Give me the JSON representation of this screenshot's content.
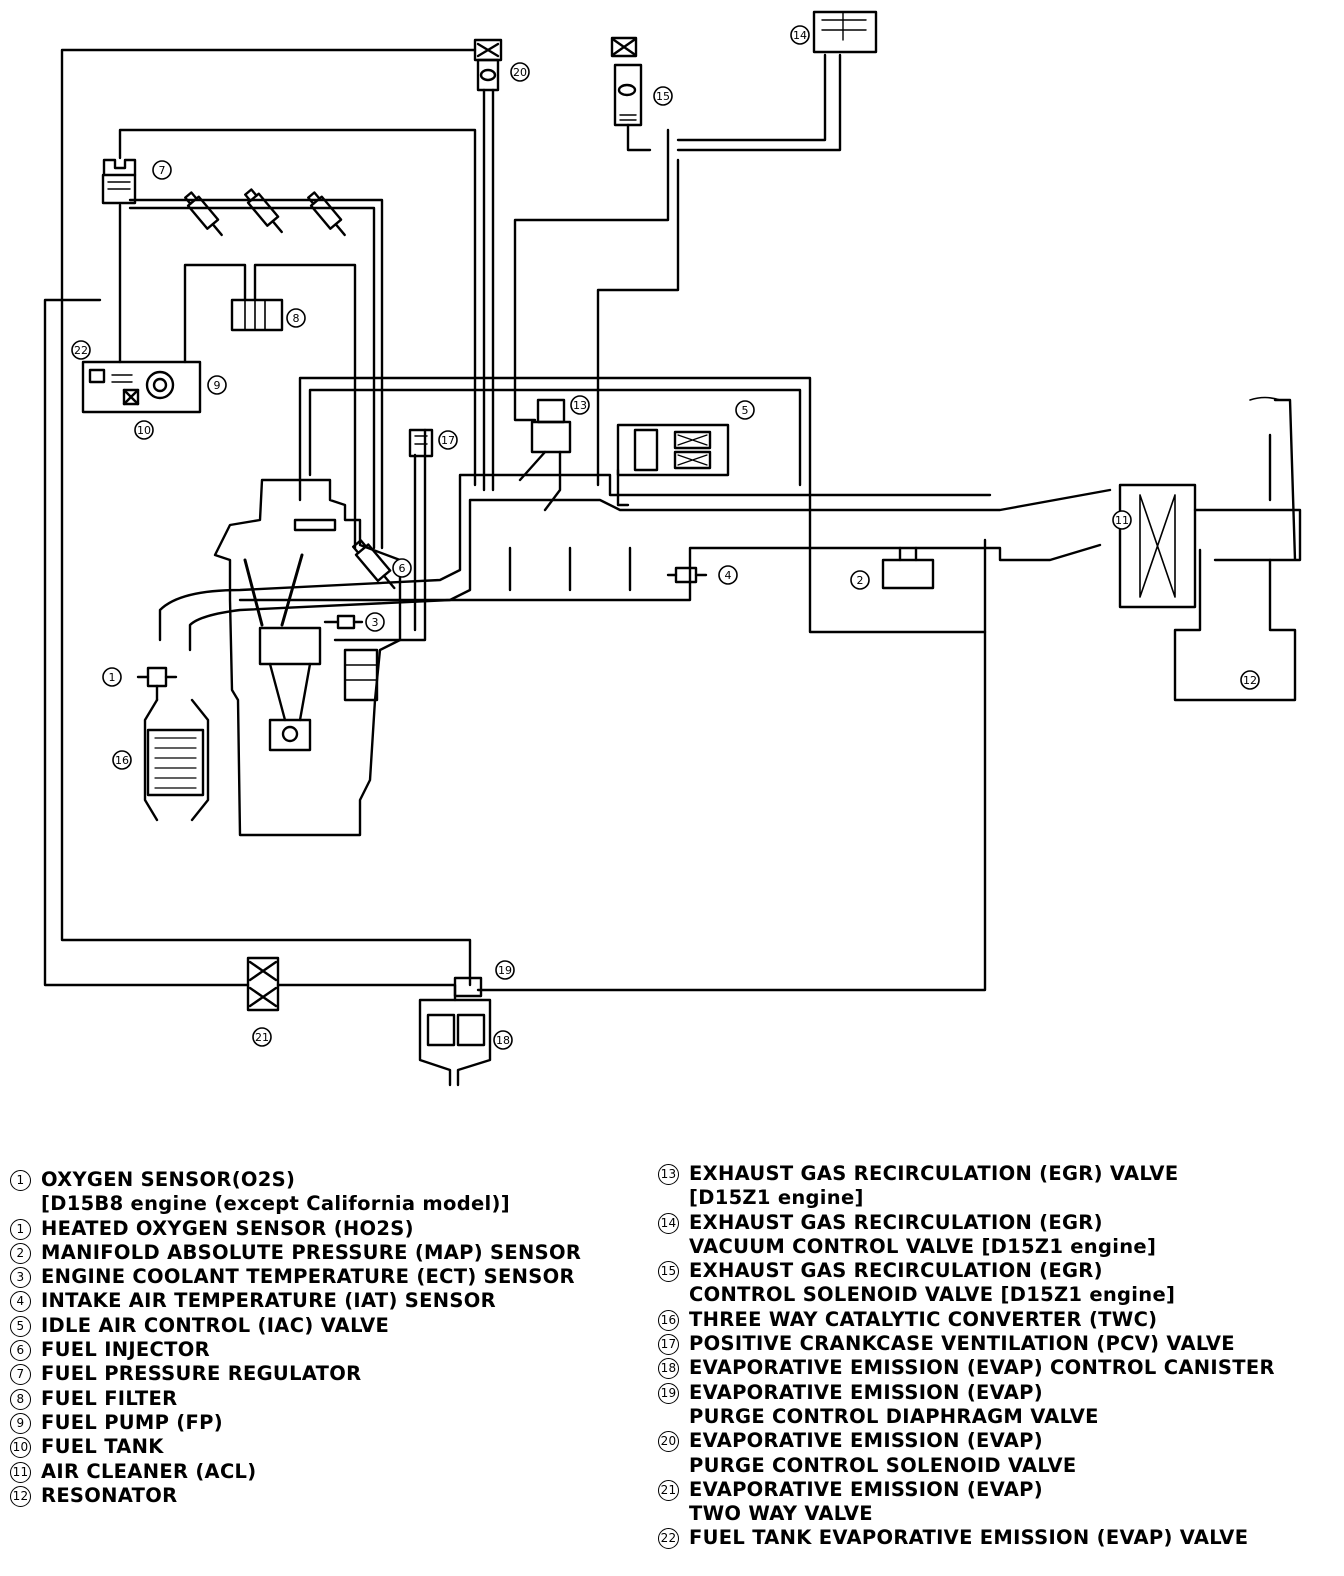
{
  "callouts": [
    {
      "id": "c1",
      "num": "1"
    },
    {
      "id": "c2",
      "num": "2"
    },
    {
      "id": "c3",
      "num": "3"
    },
    {
      "id": "c4",
      "num": "4"
    },
    {
      "id": "c5",
      "num": "5"
    },
    {
      "id": "c6",
      "num": "6"
    },
    {
      "id": "c7",
      "num": "7"
    },
    {
      "id": "c8",
      "num": "8"
    },
    {
      "id": "c9",
      "num": "9"
    },
    {
      "id": "c10",
      "num": "10"
    },
    {
      "id": "c11",
      "num": "11"
    },
    {
      "id": "c12",
      "num": "12"
    },
    {
      "id": "c13",
      "num": "13"
    },
    {
      "id": "c14",
      "num": "14"
    },
    {
      "id": "c15",
      "num": "15"
    },
    {
      "id": "c16",
      "num": "16"
    },
    {
      "id": "c17",
      "num": "17"
    },
    {
      "id": "c18",
      "num": "18"
    },
    {
      "id": "c19",
      "num": "19"
    },
    {
      "id": "c20",
      "num": "20"
    },
    {
      "id": "c21",
      "num": "21"
    },
    {
      "id": "c22",
      "num": "22"
    }
  ],
  "legend_left": [
    {
      "num": "1",
      "lines": [
        "OXYGEN SENSOR(O2S)",
        "[D15B8 engine (except California model)]"
      ]
    },
    {
      "num": "1",
      "lines": [
        "HEATED OXYGEN SENSOR (HO2S)"
      ]
    },
    {
      "num": "2",
      "lines": [
        "MANIFOLD ABSOLUTE PRESSURE (MAP) SENSOR"
      ]
    },
    {
      "num": "3",
      "lines": [
        "ENGINE COOLANT TEMPERATURE (ECT) SENSOR"
      ]
    },
    {
      "num": "4",
      "lines": [
        "INTAKE AIR TEMPERATURE (IAT) SENSOR"
      ]
    },
    {
      "num": "5",
      "lines": [
        "IDLE AIR CONTROL (IAC) VALVE"
      ]
    },
    {
      "num": "6",
      "lines": [
        "FUEL INJECTOR"
      ]
    },
    {
      "num": "7",
      "lines": [
        "FUEL PRESSURE REGULATOR"
      ]
    },
    {
      "num": "8",
      "lines": [
        "FUEL FILTER"
      ]
    },
    {
      "num": "9",
      "lines": [
        "FUEL PUMP (FP)"
      ]
    },
    {
      "num": "10",
      "lines": [
        "FUEL TANK"
      ]
    },
    {
      "num": "11",
      "lines": [
        "AIR CLEANER (ACL)"
      ]
    },
    {
      "num": "12",
      "lines": [
        "RESONATOR"
      ]
    }
  ],
  "legend_right": [
    {
      "num": "13",
      "lines": [
        "EXHAUST GAS RECIRCULATION (EGR) VALVE",
        "[D15Z1 engine]"
      ]
    },
    {
      "num": "14",
      "lines": [
        "EXHAUST GAS RECIRCULATION (EGR)",
        "VACUUM CONTROL VALVE [D15Z1 engine]"
      ]
    },
    {
      "num": "15",
      "lines": [
        "EXHAUST GAS RECIRCULATION (EGR)",
        "CONTROL SOLENOID VALVE [D15Z1 engine]"
      ]
    },
    {
      "num": "16",
      "lines": [
        "THREE WAY CATALYTIC CONVERTER (TWC)"
      ]
    },
    {
      "num": "17",
      "lines": [
        "POSITIVE CRANKCASE VENTILATION (PCV) VALVE"
      ]
    },
    {
      "num": "18",
      "lines": [
        "EVAPORATIVE EMISSION (EVAP) CONTROL CANISTER"
      ]
    },
    {
      "num": "19",
      "lines": [
        "EVAPORATIVE EMISSION (EVAP)",
        "PURGE CONTROL DIAPHRAGM VALVE"
      ]
    },
    {
      "num": "20",
      "lines": [
        "EVAPORATIVE EMISSION (EVAP)",
        "PURGE CONTROL SOLENOID VALVE"
      ]
    },
    {
      "num": "21",
      "lines": [
        "EVAPORATIVE EMISSION (EVAP)",
        "TWO WAY VALVE"
      ]
    },
    {
      "num": "22",
      "lines": [
        "FUEL TANK EVAPORATIVE EMISSION (EVAP) VALVE"
      ]
    }
  ]
}
